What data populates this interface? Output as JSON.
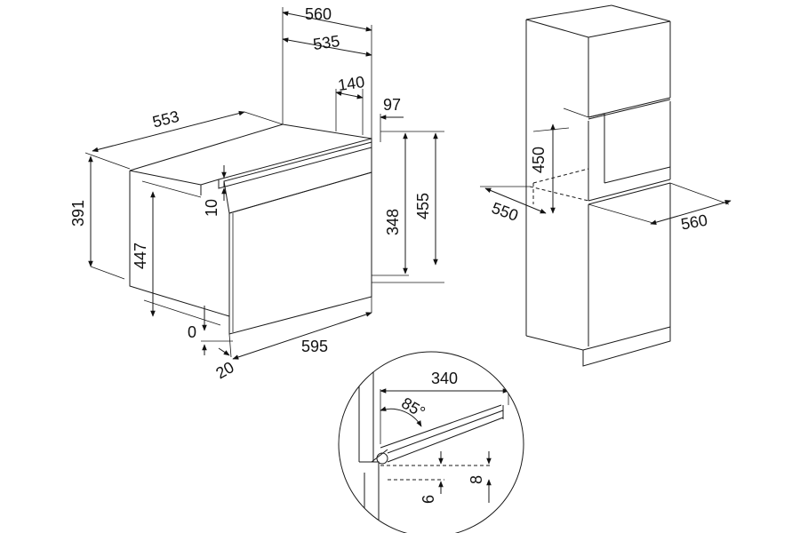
{
  "oven_dimensions": {
    "depth_total": "560",
    "depth_body": "535",
    "depth_rear": "140",
    "width_body": "553",
    "height_body": "391",
    "height_front": "447",
    "offset_top": "10",
    "offset_bottom": "0",
    "front_thickness": "20",
    "width_front": "595",
    "panel_offset": "97",
    "cutout_height": "348",
    "front_height": "455"
  },
  "cabinet_dimensions": {
    "niche_height": "450",
    "niche_depth": "550",
    "niche_width": "560"
  },
  "door_detail": {
    "door_length": "340",
    "door_angle": "85°",
    "gap_small": "6",
    "gap_large": "8"
  }
}
